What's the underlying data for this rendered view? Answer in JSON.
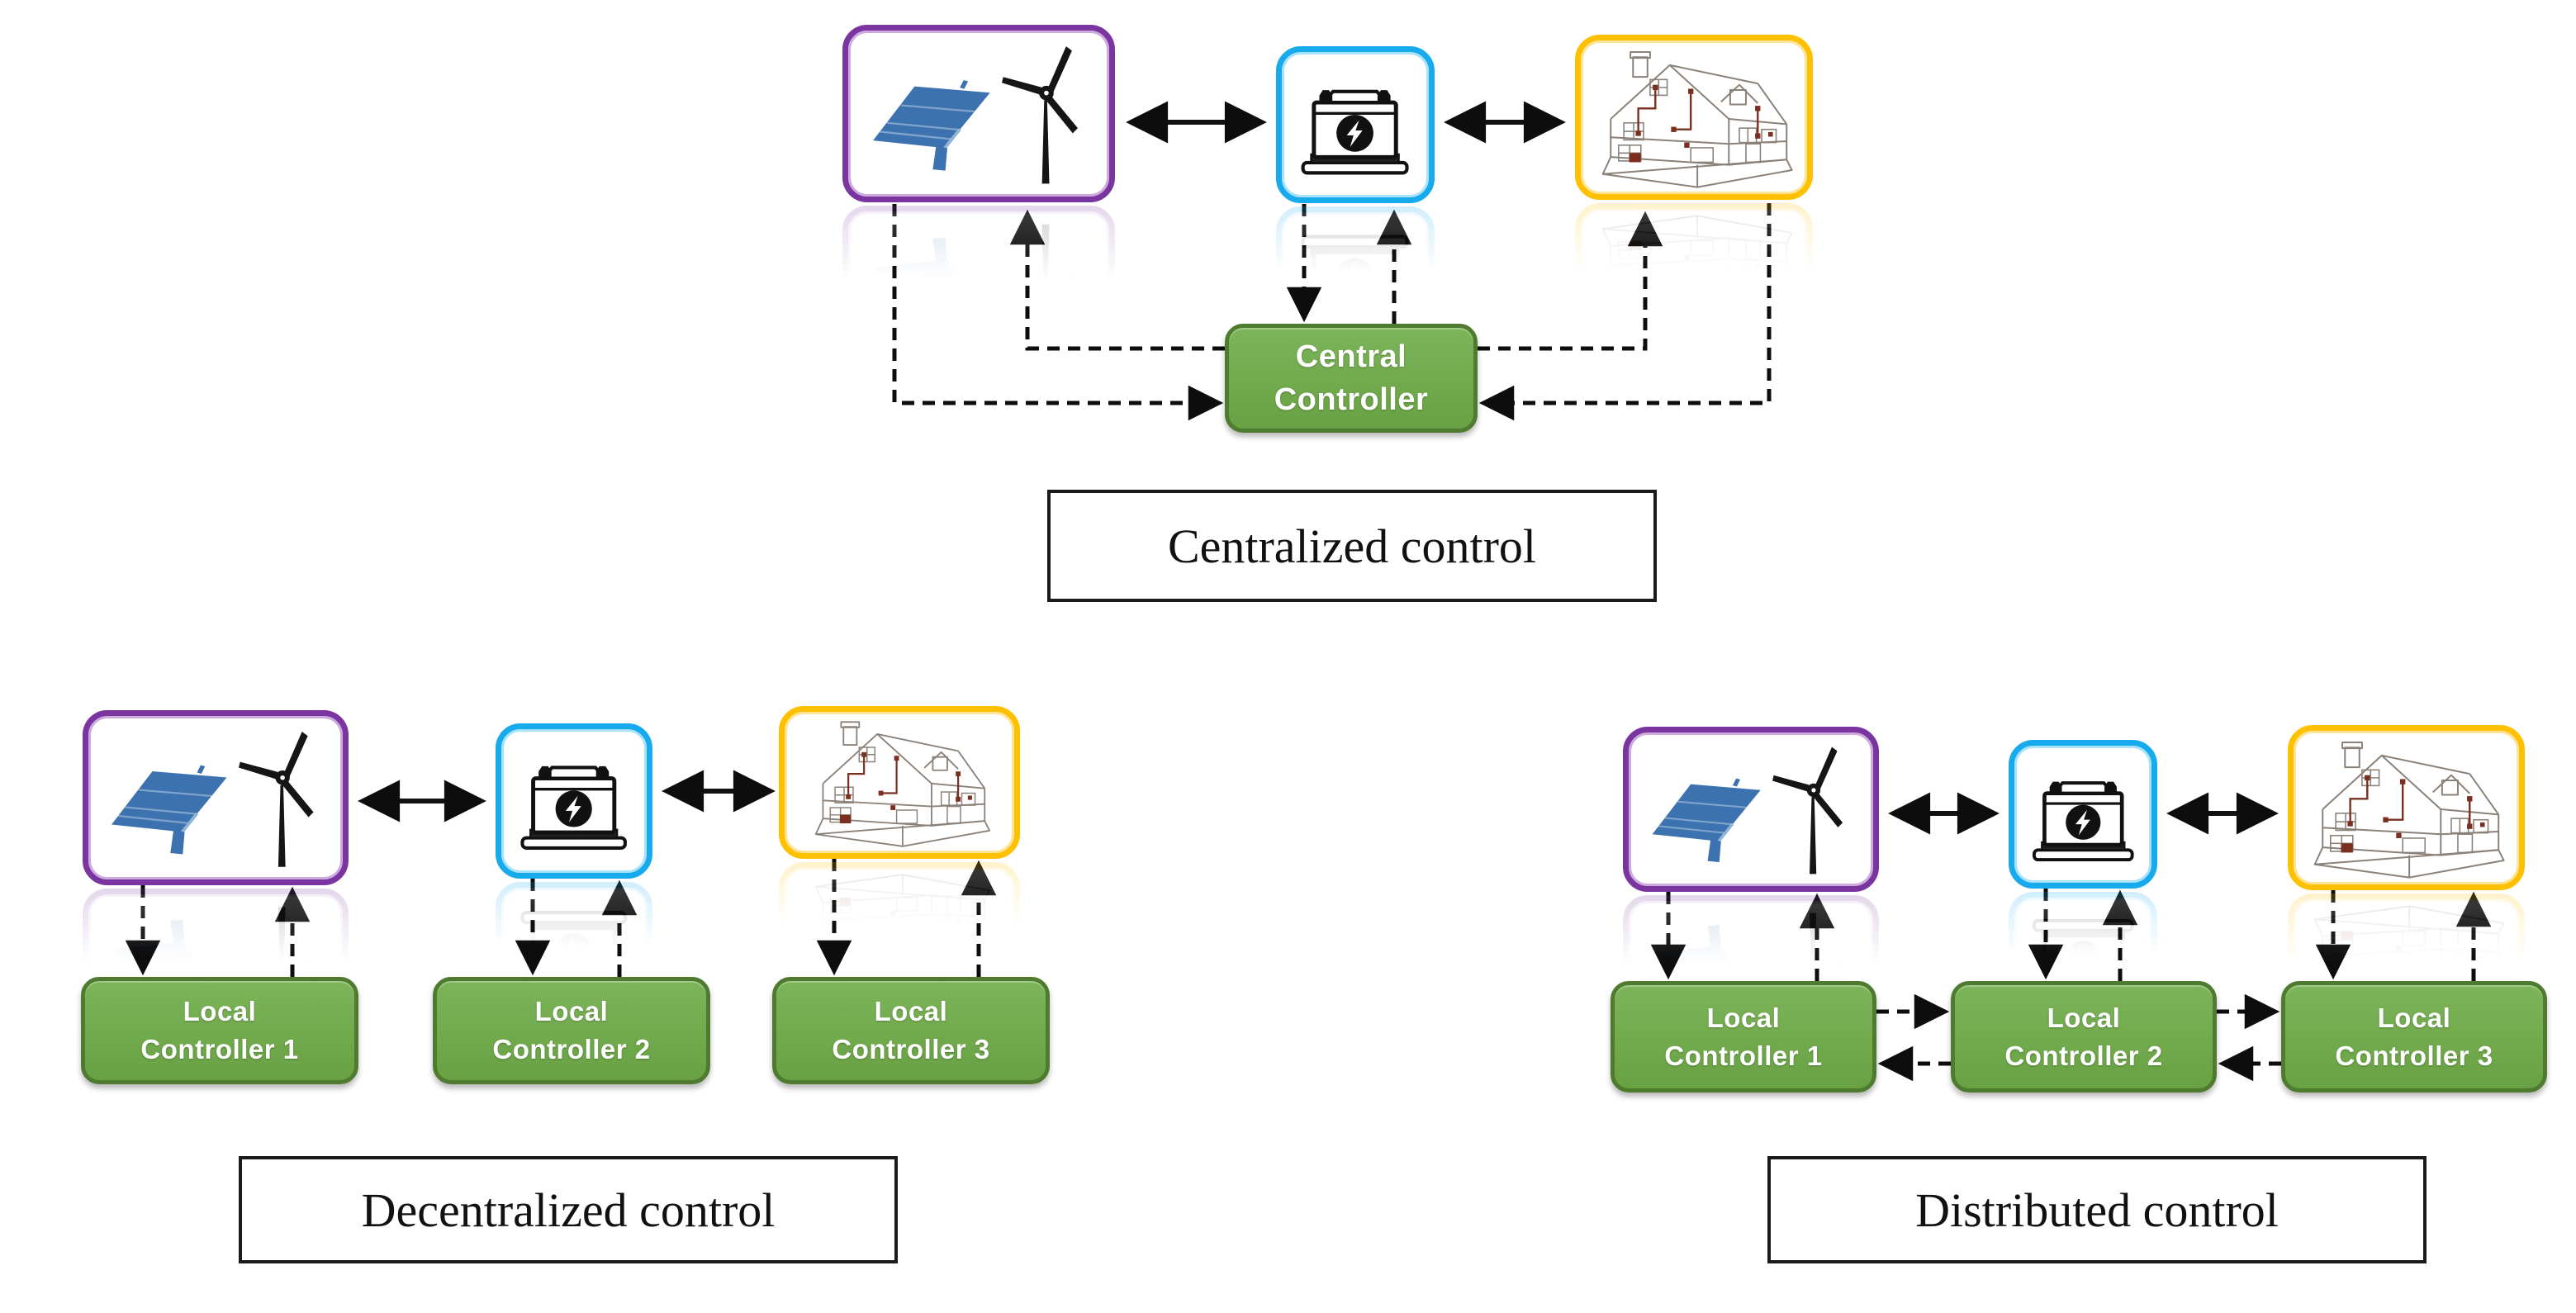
{
  "figure": {
    "description": "Microgrid control architectures diagram",
    "background": "#ffffff"
  },
  "colors": {
    "generation_border": "#7a35a0",
    "storage_border": "#17abee",
    "load_border": "#ffc000",
    "controller_fill": "#71ad47",
    "controller_border": "#4e7b2f",
    "controller_text": "#ffffff",
    "arrow": "#111111",
    "label_border": "#1a1a1a",
    "label_text": "#111111",
    "solar_panel_blue": "#3b72af",
    "house_sketch_line": "#8b8178",
    "house_wiring": "#7b2f20"
  },
  "icons": {
    "generation": [
      "solar-panel-icon",
      "wind-turbine-icon"
    ],
    "storage": [
      "battery-icon"
    ],
    "load": [
      "house-icon"
    ]
  },
  "sections": {
    "centralized": {
      "label": "Centralized control",
      "controller": {
        "line1": "Central",
        "line2": "Controller"
      }
    },
    "decentralized": {
      "label": "Decentralized control",
      "controllers": [
        {
          "line1": "Local",
          "line2": "Controller 1"
        },
        {
          "line1": "Local",
          "line2": "Controller 2"
        },
        {
          "line1": "Local",
          "line2": "Controller 3"
        }
      ]
    },
    "distributed": {
      "label": "Distributed control",
      "controllers": [
        {
          "line1": "Local",
          "line2": "Controller 1"
        },
        {
          "line1": "Local",
          "line2": "Controller 2"
        },
        {
          "line1": "Local",
          "line2": "Controller 3"
        }
      ]
    }
  }
}
